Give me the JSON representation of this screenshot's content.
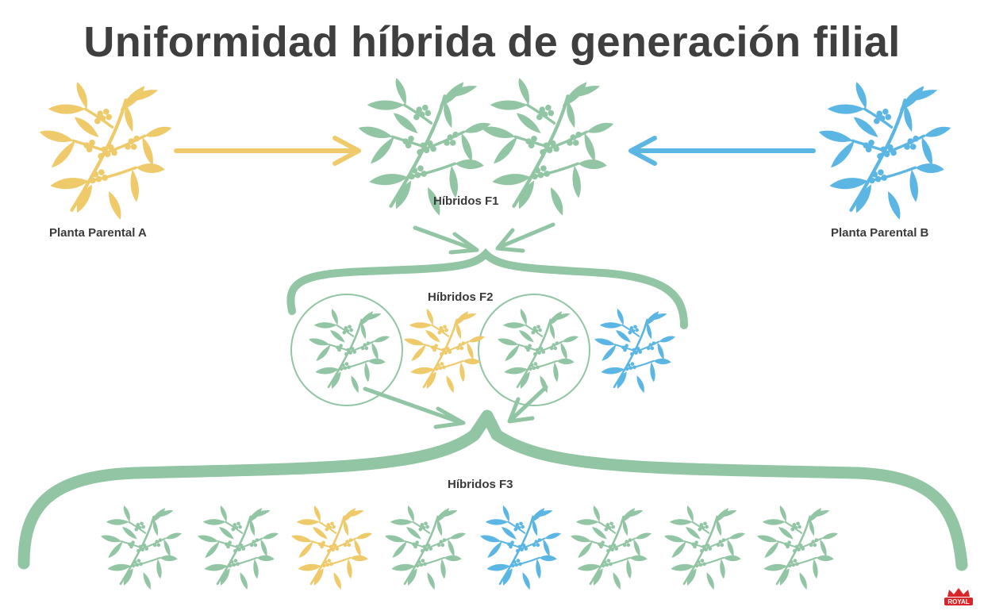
{
  "title": "Uniformidad híbrida de generación filial",
  "labels": {
    "parent_a": "Planta Parental A",
    "parent_b": "Planta Parental B",
    "f1": "Híbridos F1",
    "f2": "Híbridos F2",
    "f3": "Híbridos F3"
  },
  "colors": {
    "parent_a": "#efca6a",
    "parent_b": "#5cb6e4",
    "hybrid": "#92c5a4",
    "title": "#3f3f3f",
    "logo": "#d8262b"
  },
  "generations": {
    "f2": [
      "hybrid",
      "parent_a",
      "hybrid",
      "parent_b"
    ],
    "f3": [
      "hybrid",
      "hybrid",
      "parent_a",
      "hybrid",
      "parent_b",
      "hybrid",
      "hybrid",
      "hybrid"
    ]
  },
  "logo_text": "ROYAL"
}
